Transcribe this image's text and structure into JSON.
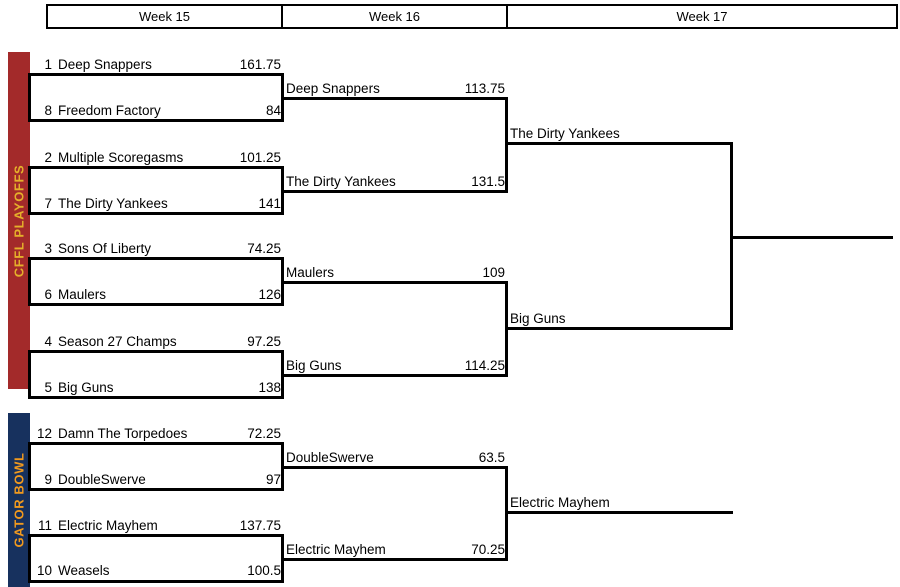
{
  "headers": {
    "weeks": [
      {
        "label": "Week 15"
      },
      {
        "label": "Week 16"
      },
      {
        "label": "Week 17"
      }
    ]
  },
  "sections": [
    {
      "id": "cffl-playoffs",
      "label": "CFFL PLAYOFFS",
      "bar_color": "#A32A2A",
      "text_color": "#E5B02A"
    },
    {
      "id": "gator-bowl",
      "label": "GATOR BOWL",
      "bar_color": "#17315E",
      "text_color": "#F29A1E"
    }
  ],
  "rounds": {
    "week15": [
      {
        "seed": "1",
        "team": "Deep Snappers",
        "score": "161.75"
      },
      {
        "seed": "8",
        "team": "Freedom Factory",
        "score": "84"
      },
      {
        "seed": "2",
        "team": "Multiple Scoregasms",
        "score": "101.25"
      },
      {
        "seed": "7",
        "team": "The Dirty Yankees",
        "score": "141"
      },
      {
        "seed": "3",
        "team": "Sons Of Liberty",
        "score": "74.25"
      },
      {
        "seed": "6",
        "team": "Maulers",
        "score": "126"
      },
      {
        "seed": "4",
        "team": "Season 27 Champs",
        "score": "97.25"
      },
      {
        "seed": "5",
        "team": "Big Guns",
        "score": "138"
      },
      {
        "seed": "12",
        "team": "Damn The Torpedoes",
        "score": "72.25"
      },
      {
        "seed": "9",
        "team": "DoubleSwerve",
        "score": "97"
      },
      {
        "seed": "11",
        "team": "Electric Mayhem",
        "score": "137.75"
      },
      {
        "seed": "10",
        "team": "Weasels",
        "score": "100.5"
      }
    ],
    "week16": [
      {
        "seed": "",
        "team": "Deep Snappers",
        "score": "113.75"
      },
      {
        "seed": "",
        "team": "The Dirty Yankees",
        "score": "131.5"
      },
      {
        "seed": "",
        "team": "Maulers",
        "score": "109"
      },
      {
        "seed": "",
        "team": "Big Guns",
        "score": "114.25"
      },
      {
        "seed": "",
        "team": "DoubleSwerve",
        "score": "63.5"
      },
      {
        "seed": "",
        "team": "Electric Mayhem",
        "score": "70.25"
      }
    ],
    "week17": [
      {
        "seed": "",
        "team": "The Dirty Yankees",
        "score": ""
      },
      {
        "seed": "",
        "team": "Big Guns",
        "score": ""
      },
      {
        "seed": "",
        "team": "Electric Mayhem",
        "score": ""
      }
    ]
  }
}
